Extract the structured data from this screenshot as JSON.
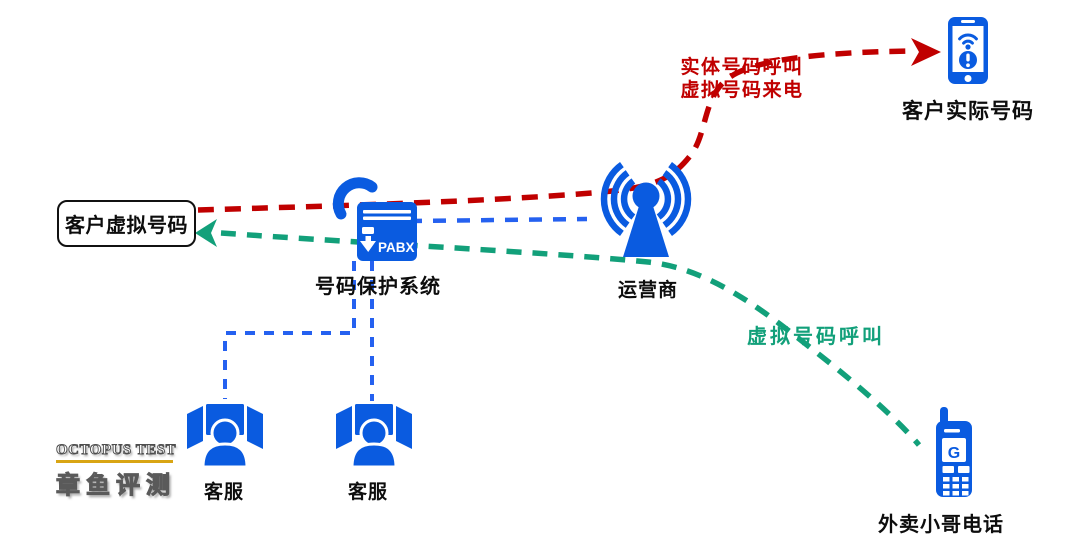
{
  "nodes": {
    "virtual_number": {
      "label": "客户虚拟号码"
    },
    "pabx": {
      "label": "号码保护系统",
      "badge": "PABX"
    },
    "carrier": {
      "label": "运营商"
    },
    "customer_phone": {
      "label": "客户实际号码"
    },
    "courier_phone": {
      "label": "外卖小哥电话",
      "screen_glyph": "G"
    },
    "agents": [
      {
        "label": "客服"
      },
      {
        "label": "客服"
      }
    ]
  },
  "flows": {
    "real_number_call": {
      "label_line1": "实体号码呼叫",
      "label_line2": "虚拟号码来电",
      "color": "#c00000",
      "style": "dashed",
      "from": "客户虚拟号码",
      "to": "客户实际号码"
    },
    "virtual_number_call": {
      "label": "虚拟号码呼叫",
      "color": "#12a07a",
      "style": "dashed",
      "from": "外卖小哥电话",
      "to": "客户虚拟号码"
    },
    "internal_link": {
      "color": "#2561f0",
      "style": "dashed"
    }
  },
  "watermark": {
    "title": "OCTOPUS TEST",
    "subtitle": "章鱼评测",
    "accent_color": "#d9a514"
  },
  "palette": {
    "icon_blue": "#0a5be0",
    "label_color": "#0d0d0d",
    "background": "#ffffff"
  }
}
